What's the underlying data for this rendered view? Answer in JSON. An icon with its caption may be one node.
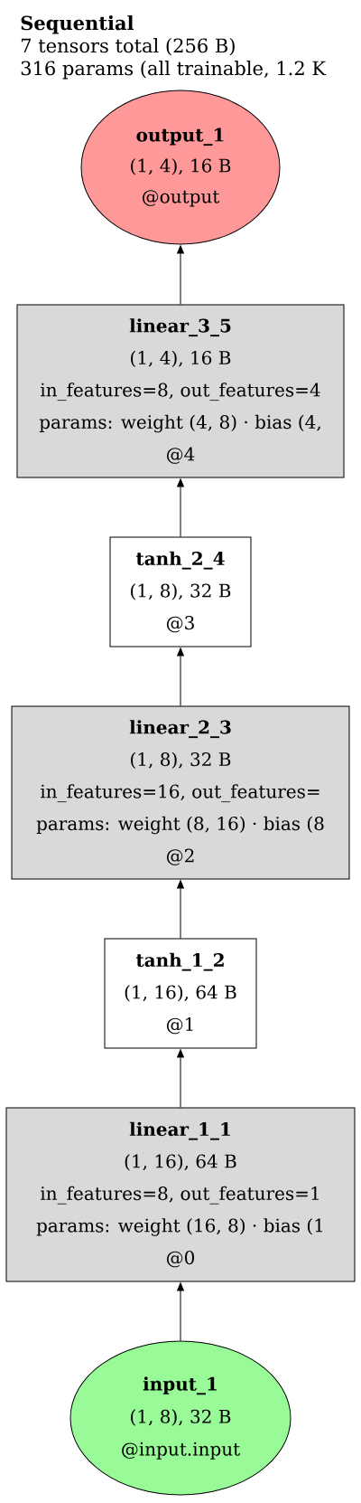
{
  "diagram": {
    "title": "Sequential",
    "nodes": [
      {
        "text": [
          "output_1",
          "(1, 4), 16 B",
          "@output"
        ]
      },
      {
        "text": [
          "linear_3_5",
          "(1, 4), 16 B",
          "in_features=8, out_features=4",
          "params: weight (4, 8) · bias (4,",
          "@4"
        ]
      },
      {
        "text": [
          "tanh_2_4",
          "(1, 8), 32 B",
          "@3"
        ]
      },
      {
        "text": [
          "linear_2_3",
          "(1, 8), 32 B",
          "in_features=16, out_features=",
          "params: weight (8, 16) · bias (8",
          "@2"
        ]
      },
      {
        "text": [
          "tanh_1_2",
          "(1, 16), 64 B",
          "@1"
        ]
      },
      {
        "text": [
          "linear_1_1",
          "(1, 16), 64 B",
          "in_features=8, out_features=1",
          "params: weight (16, 8) · bias (1",
          "@0"
        ]
      },
      {
        "text": [
          "input_1",
          "(1, 8), 32 B",
          "@input.input"
        ]
      }
    ],
    "edges": [
      {
        "from": 6,
        "to": 5,
        "arrow": "to"
      },
      {
        "from": 5,
        "to": 4,
        "arrow": "to"
      },
      {
        "from": 4,
        "to": 3,
        "arrow": "to"
      },
      {
        "from": 3,
        "to": 2,
        "arrow": "to"
      },
      {
        "from": 2,
        "to": 1,
        "arrow": "to"
      },
      {
        "from": 1,
        "to": 0,
        "arrow": "to"
      }
    ],
    "labels": [
      "7 tensors total (256 B)",
      "316 params (all trainable, 1.2 K"
    ]
  }
}
